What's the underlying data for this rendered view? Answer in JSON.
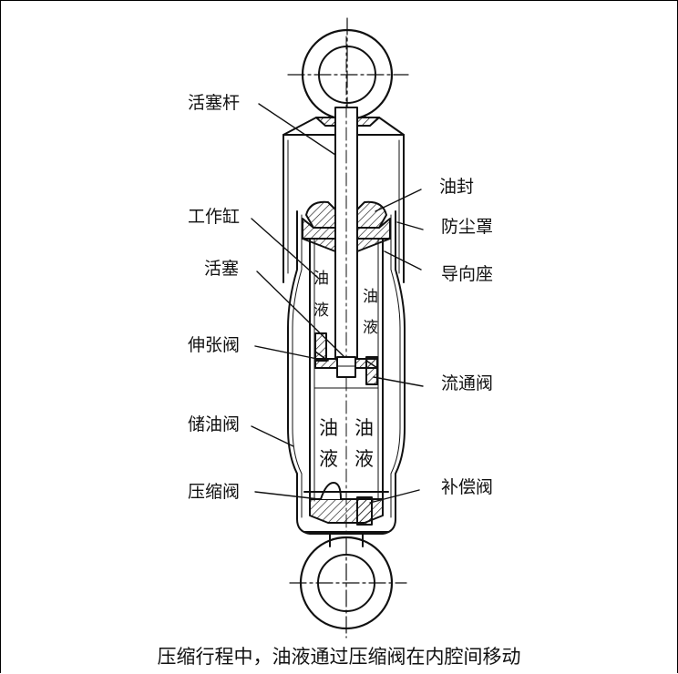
{
  "diagram": {
    "labels": {
      "piston_rod": "活塞杆",
      "oil_seal": "油封",
      "working_cylinder": "工作缸",
      "dust_cover": "防尘罩",
      "piston": "活塞",
      "guide_seat": "导向座",
      "extension_valve": "伸张阀",
      "flow_valve": "流通阀",
      "reservoir": "储油阀",
      "compression_valve": "压缩阀",
      "compensation_valve": "补偿阀"
    },
    "oil": {
      "upper_left_1": "油",
      "upper_left_2": "液",
      "upper_right_1": "油",
      "upper_right_2": "液",
      "lower_left_1": "油",
      "lower_left_2": "液",
      "lower_right_1": "油",
      "lower_right_2": "液"
    },
    "caption": "压缩行程中，油液通过压缩阀在内腔间移动"
  }
}
